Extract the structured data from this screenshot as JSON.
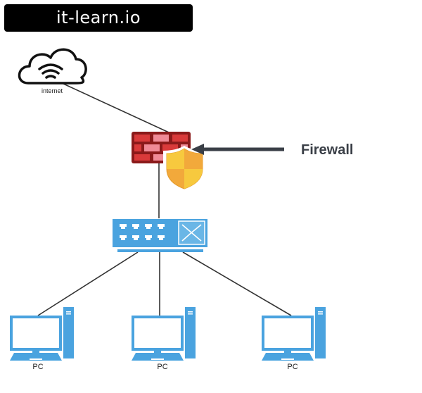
{
  "banner": {
    "text": "it-learn.io"
  },
  "nodes": {
    "internet": {
      "label": "internet",
      "icon": "cloud-wifi-icon"
    },
    "firewall": {
      "icon": "firewall-brick-shield-icon"
    },
    "switch": {
      "icon": "network-switch-icon"
    },
    "pcs": [
      {
        "label": "PC"
      },
      {
        "label": "PC"
      },
      {
        "label": "PC"
      }
    ]
  },
  "annotation": {
    "text": "Firewall",
    "arrow": "left-arrow"
  },
  "colors": {
    "brick_dark": "#8b1a1a",
    "brick_red": "#d93a3a",
    "brick_pink": "#f08a96",
    "shield_yellow": "#f7c93e",
    "shield_orange": "#f2a93b",
    "device_blue": "#4aa3df",
    "arrow": "#3a3f47",
    "link": "#333333"
  }
}
